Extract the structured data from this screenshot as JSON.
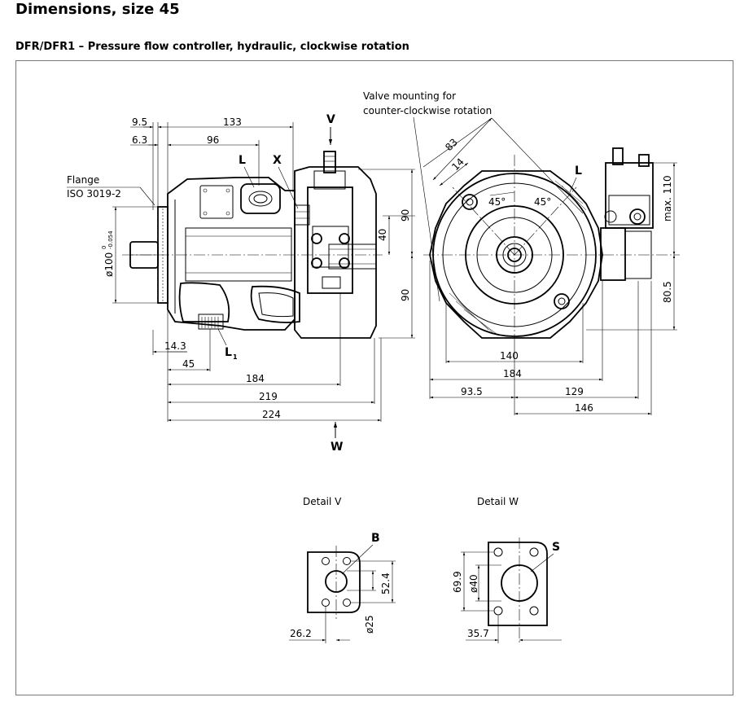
{
  "title": "Dimensions, size 45",
  "subtitle": "DFR/DFR1 – Pressure flow controller, hydraulic, clockwise rotation",
  "side_view": {
    "dims": {
      "d9_5": "9.5",
      "d133": "133",
      "d6_3": "6.3",
      "d96": "96",
      "d14_3": "14.3",
      "d45": "45",
      "d184": "184",
      "d219": "219",
      "d224": "224",
      "d90a": "90",
      "d40": "40",
      "d90b": "90",
      "dia100": "ø100",
      "tol_upper": "0",
      "tol_lower": "-0.054"
    },
    "labels": {
      "flange_1": "Flange",
      "flange_2": "ISO 3019-2",
      "L": "L",
      "X": "X",
      "V": "V",
      "W": "W",
      "L1": "L",
      "L1_sub": "1"
    }
  },
  "front_view": {
    "note_1": "Valve mounting for",
    "note_2": "counter-clockwise rotation",
    "dims": {
      "d83": "83",
      "d14": "14",
      "a45a": "45°",
      "a45b": "45°",
      "dmax110": "max. 110",
      "d80_5": "80.5",
      "d140": "140",
      "d184": "184",
      "d93_5": "93.5",
      "d129": "129",
      "d146": "146"
    },
    "labels": {
      "L": "L"
    }
  },
  "detail_v": {
    "title": "Detail V",
    "port": "B",
    "d52_4": "52.4",
    "d25": "ø25",
    "d26_2": "26.2"
  },
  "detail_w": {
    "title": "Detail W",
    "port": "S",
    "d69_9": "69.9",
    "d40": "ø40",
    "d35_7": "35.7"
  }
}
